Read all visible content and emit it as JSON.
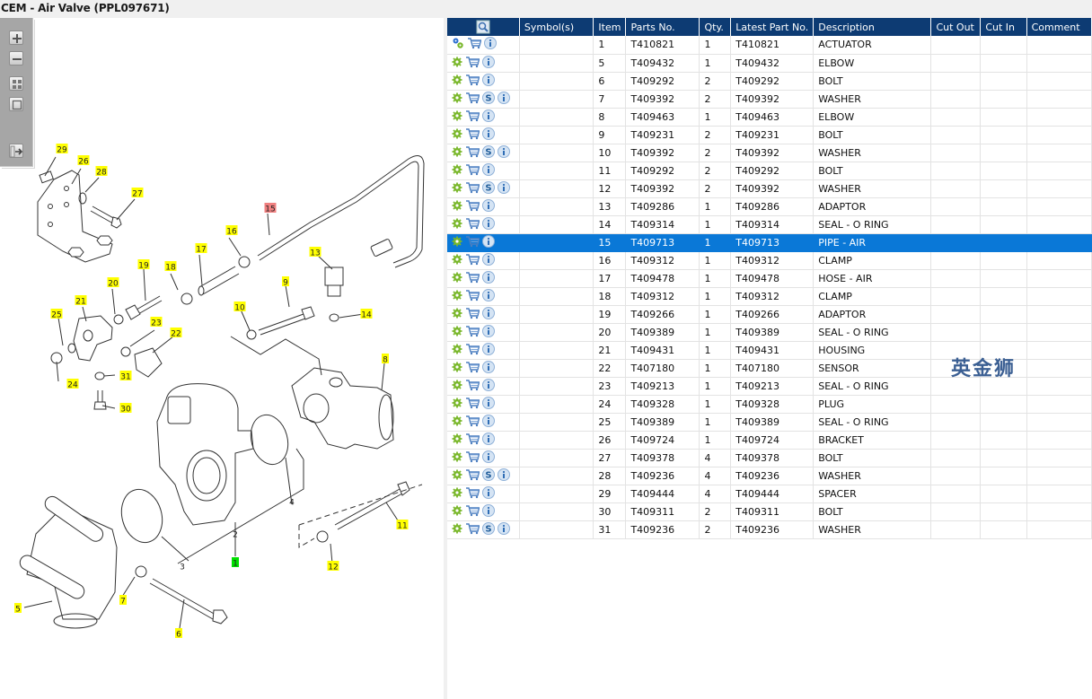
{
  "window": {
    "title": "CEM - Air Valve (PPL097671)"
  },
  "toolbar": {
    "buttons": [
      {
        "name": "zoom-in-button",
        "icon": "plus-icon"
      },
      {
        "name": "zoom-out-button",
        "icon": "minus-icon"
      },
      {
        "name": "fit-all-button",
        "icon": "grid-icon"
      },
      {
        "name": "fit-window-button",
        "icon": "square-icon"
      },
      {
        "name": "export-button",
        "icon": "arrow-right-icon"
      }
    ]
  },
  "diagram": {
    "callouts": [
      {
        "label": "1",
        "highlight": "green"
      },
      {
        "label": "2",
        "highlight": "none"
      },
      {
        "label": "3",
        "highlight": "none"
      },
      {
        "label": "4",
        "highlight": "none"
      },
      {
        "label": "5",
        "highlight": "yellow"
      },
      {
        "label": "6",
        "highlight": "yellow"
      },
      {
        "label": "7",
        "highlight": "yellow"
      },
      {
        "label": "8",
        "highlight": "yellow"
      },
      {
        "label": "9",
        "highlight": "yellow"
      },
      {
        "label": "10",
        "highlight": "yellow"
      },
      {
        "label": "11",
        "highlight": "yellow"
      },
      {
        "label": "12",
        "highlight": "yellow"
      },
      {
        "label": "13",
        "highlight": "yellow"
      },
      {
        "label": "14",
        "highlight": "yellow"
      },
      {
        "label": "15",
        "highlight": "red"
      },
      {
        "label": "16",
        "highlight": "yellow"
      },
      {
        "label": "17",
        "highlight": "yellow"
      },
      {
        "label": "18",
        "highlight": "yellow"
      },
      {
        "label": "19",
        "highlight": "yellow"
      },
      {
        "label": "20",
        "highlight": "yellow"
      },
      {
        "label": "21",
        "highlight": "yellow"
      },
      {
        "label": "22",
        "highlight": "yellow"
      },
      {
        "label": "23",
        "highlight": "yellow"
      },
      {
        "label": "24",
        "highlight": "yellow"
      },
      {
        "label": "25",
        "highlight": "yellow"
      },
      {
        "label": "26",
        "highlight": "yellow"
      },
      {
        "label": "27",
        "highlight": "yellow"
      },
      {
        "label": "28",
        "highlight": "yellow"
      },
      {
        "label": "29",
        "highlight": "yellow"
      },
      {
        "label": "30",
        "highlight": "yellow"
      },
      {
        "label": "31",
        "highlight": "yellow"
      }
    ]
  },
  "colors": {
    "header_bg": "#0d3b73",
    "selected_row": "#0a78d7",
    "callout_yellow": "#ffff00",
    "callout_red": "#f08080",
    "callout_green": "#00e000"
  },
  "table": {
    "columns": [
      "",
      "Symbol(s)",
      "Item",
      "Parts No.",
      "Qty.",
      "Latest Part No.",
      "Description",
      "Cut Out",
      "Cut In",
      "Comment"
    ],
    "header_icon": "search-icon",
    "selected_item": "15",
    "rows": [
      {
        "icons": [
          "gears-icon",
          "cart-icon",
          "info-icon"
        ],
        "item": "1",
        "part": "T410821",
        "qty": "1",
        "latest": "T410821",
        "desc": "ACTUATOR"
      },
      {
        "icons": [
          "gear-icon",
          "cart-icon",
          "info-icon"
        ],
        "item": "5",
        "part": "T409432",
        "qty": "1",
        "latest": "T409432",
        "desc": "ELBOW"
      },
      {
        "icons": [
          "gear-icon",
          "cart-icon",
          "info-icon"
        ],
        "item": "6",
        "part": "T409292",
        "qty": "2",
        "latest": "T409292",
        "desc": "BOLT"
      },
      {
        "icons": [
          "gear-icon",
          "cart-icon",
          "s-icon",
          "info-icon"
        ],
        "item": "7",
        "part": "T409392",
        "qty": "2",
        "latest": "T409392",
        "desc": "WASHER"
      },
      {
        "icons": [
          "gear-icon",
          "cart-icon",
          "info-icon"
        ],
        "item": "8",
        "part": "T409463",
        "qty": "1",
        "latest": "T409463",
        "desc": "ELBOW"
      },
      {
        "icons": [
          "gear-icon",
          "cart-icon",
          "info-icon"
        ],
        "item": "9",
        "part": "T409231",
        "qty": "2",
        "latest": "T409231",
        "desc": "BOLT"
      },
      {
        "icons": [
          "gear-icon",
          "cart-icon",
          "s-icon",
          "info-icon"
        ],
        "item": "10",
        "part": "T409392",
        "qty": "2",
        "latest": "T409392",
        "desc": "WASHER"
      },
      {
        "icons": [
          "gear-icon",
          "cart-icon",
          "info-icon"
        ],
        "item": "11",
        "part": "T409292",
        "qty": "2",
        "latest": "T409292",
        "desc": "BOLT"
      },
      {
        "icons": [
          "gear-icon",
          "cart-icon",
          "s-icon",
          "info-icon"
        ],
        "item": "12",
        "part": "T409392",
        "qty": "2",
        "latest": "T409392",
        "desc": "WASHER"
      },
      {
        "icons": [
          "gear-icon",
          "cart-icon",
          "info-icon"
        ],
        "item": "13",
        "part": "T409286",
        "qty": "1",
        "latest": "T409286",
        "desc": "ADAPTOR"
      },
      {
        "icons": [
          "gear-icon",
          "cart-icon",
          "info-icon"
        ],
        "item": "14",
        "part": "T409314",
        "qty": "1",
        "latest": "T409314",
        "desc": "SEAL - O RING"
      },
      {
        "icons": [
          "gear-icon",
          "cart-icon",
          "info-icon"
        ],
        "item": "15",
        "part": "T409713",
        "qty": "1",
        "latest": "T409713",
        "desc": "PIPE - AIR"
      },
      {
        "icons": [
          "gear-icon",
          "cart-icon",
          "info-icon"
        ],
        "item": "16",
        "part": "T409312",
        "qty": "1",
        "latest": "T409312",
        "desc": "CLAMP"
      },
      {
        "icons": [
          "gear-icon",
          "cart-icon",
          "info-icon"
        ],
        "item": "17",
        "part": "T409478",
        "qty": "1",
        "latest": "T409478",
        "desc": "HOSE - AIR"
      },
      {
        "icons": [
          "gear-icon",
          "cart-icon",
          "info-icon"
        ],
        "item": "18",
        "part": "T409312",
        "qty": "1",
        "latest": "T409312",
        "desc": "CLAMP"
      },
      {
        "icons": [
          "gear-icon",
          "cart-icon",
          "info-icon"
        ],
        "item": "19",
        "part": "T409266",
        "qty": "1",
        "latest": "T409266",
        "desc": "ADAPTOR"
      },
      {
        "icons": [
          "gear-icon",
          "cart-icon",
          "info-icon"
        ],
        "item": "20",
        "part": "T409389",
        "qty": "1",
        "latest": "T409389",
        "desc": "SEAL - O RING"
      },
      {
        "icons": [
          "gear-icon",
          "cart-icon",
          "info-icon"
        ],
        "item": "21",
        "part": "T409431",
        "qty": "1",
        "latest": "T409431",
        "desc": "HOUSING"
      },
      {
        "icons": [
          "gear-icon",
          "cart-icon",
          "info-icon"
        ],
        "item": "22",
        "part": "T407180",
        "qty": "1",
        "latest": "T407180",
        "desc": "SENSOR"
      },
      {
        "icons": [
          "gear-icon",
          "cart-icon",
          "info-icon"
        ],
        "item": "23",
        "part": "T409213",
        "qty": "1",
        "latest": "T409213",
        "desc": "SEAL - O RING"
      },
      {
        "icons": [
          "gear-icon",
          "cart-icon",
          "info-icon"
        ],
        "item": "24",
        "part": "T409328",
        "qty": "1",
        "latest": "T409328",
        "desc": "PLUG"
      },
      {
        "icons": [
          "gear-icon",
          "cart-icon",
          "info-icon"
        ],
        "item": "25",
        "part": "T409389",
        "qty": "1",
        "latest": "T409389",
        "desc": "SEAL - O RING"
      },
      {
        "icons": [
          "gear-icon",
          "cart-icon",
          "info-icon"
        ],
        "item": "26",
        "part": "T409724",
        "qty": "1",
        "latest": "T409724",
        "desc": "BRACKET"
      },
      {
        "icons": [
          "gear-icon",
          "cart-icon",
          "info-icon"
        ],
        "item": "27",
        "part": "T409378",
        "qty": "4",
        "latest": "T409378",
        "desc": "BOLT"
      },
      {
        "icons": [
          "gear-icon",
          "cart-icon",
          "s-icon",
          "info-icon"
        ],
        "item": "28",
        "part": "T409236",
        "qty": "4",
        "latest": "T409236",
        "desc": "WASHER"
      },
      {
        "icons": [
          "gear-icon",
          "cart-icon",
          "info-icon"
        ],
        "item": "29",
        "part": "T409444",
        "qty": "4",
        "latest": "T409444",
        "desc": "SPACER"
      },
      {
        "icons": [
          "gear-icon",
          "cart-icon",
          "info-icon"
        ],
        "item": "30",
        "part": "T409311",
        "qty": "2",
        "latest": "T409311",
        "desc": "BOLT"
      },
      {
        "icons": [
          "gear-icon",
          "cart-icon",
          "s-icon",
          "info-icon"
        ],
        "item": "31",
        "part": "T409236",
        "qty": "2",
        "latest": "T409236",
        "desc": "WASHER"
      }
    ]
  },
  "watermark": "英金狮"
}
